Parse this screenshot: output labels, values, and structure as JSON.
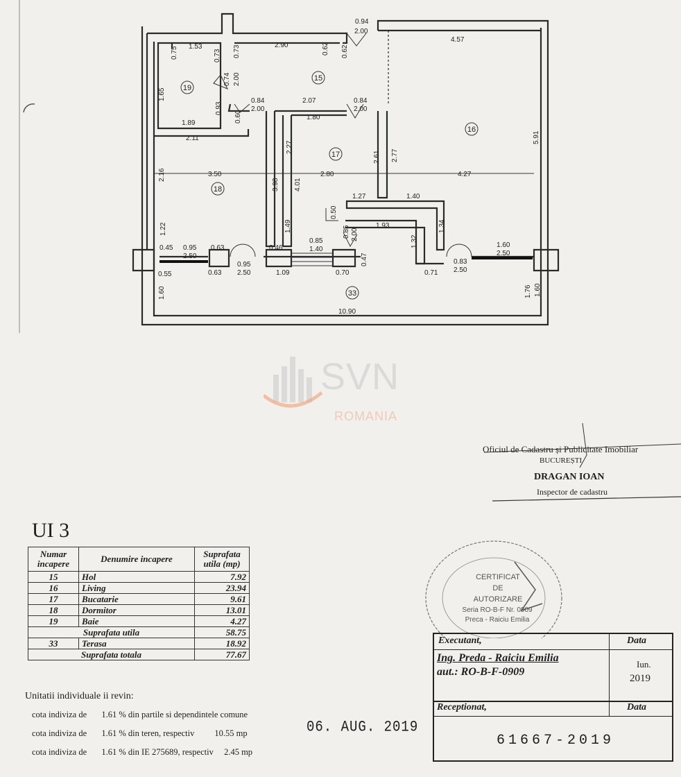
{
  "plan": {
    "dimensions": [
      "0.94",
      "2.00",
      "4.57",
      "1.53",
      "2.90",
      "0.75",
      "0.73",
      "0.73",
      "0.62",
      "0.62",
      "1.65",
      "0.74",
      "2.00",
      "0.93",
      "1.89",
      "0.84",
      "2.00",
      "2.07",
      "0.84",
      "2.00",
      "0.60",
      "1.80",
      "2.11",
      "2.27",
      "2.61",
      "2.77",
      "5.91",
      "2.16",
      "3.50",
      "2.80",
      "4.27",
      "3.98",
      "4.01",
      "1.27",
      "1.40",
      "0.50",
      "1.93",
      "1.34",
      "1.22",
      "1.49",
      "0.85",
      "2.00",
      "0.85",
      "1.40",
      "1.32",
      "1.60",
      "2.50",
      "0.45",
      "0.95",
      "2.50",
      "0.63",
      "0.46",
      "0.83",
      "2.50",
      "0.55",
      "0.63",
      "0.95",
      "2.50",
      "1.09",
      "0.70",
      "0.47",
      "0.71",
      "1.76",
      "1.60",
      "1.60",
      "10.90"
    ],
    "rooms": [
      "15",
      "16",
      "17",
      "18",
      "19",
      "33"
    ]
  },
  "watermark": {
    "brand": "SVN",
    "sub": "ROMANIA"
  },
  "office": {
    "line1": "Oficiul de Cadastru și Publicitate Imobiliar",
    "line2": "BUCUREȘTI",
    "line3": "DRAGAN IOAN",
    "line4": "Inspector de cadastru"
  },
  "ui_title": "UI 3",
  "table": {
    "headers": {
      "num": "Numar incapere",
      "name": "Denumire incapere",
      "area": "Suprafata utila (mp)"
    },
    "rows": [
      {
        "num": "15",
        "name": "Hol",
        "area": "7.92"
      },
      {
        "num": "16",
        "name": "Living",
        "area": "23.94"
      },
      {
        "num": "17",
        "name": "Bucatarie",
        "area": "9.61"
      },
      {
        "num": "18",
        "name": "Dormitor",
        "area": "13.01"
      },
      {
        "num": "19",
        "name": "Baie",
        "area": "4.27"
      }
    ],
    "useful_label": "Suprafata utila",
    "useful_value": "58.75",
    "terrace": {
      "num": "33",
      "name": "Terasa",
      "area": "18.92"
    },
    "total_label": "Suprafata totala",
    "total_value": "77.67"
  },
  "notes": {
    "heading": "Unitatii individuale ii revin:",
    "l1_a": "cota indiviza de",
    "l1_b": "1.61",
    "l1_c": "% din partile si dependintele comune",
    "l2_a": "cota indiviza de",
    "l2_b": "1.61",
    "l2_c": "% din teren, respectiv",
    "l2_d": "10.55",
    "l2_e": "mp",
    "l3_a": "cota indiviza de",
    "l3_b": "1.61",
    "l3_c": "% din IE 275689, respectiv",
    "l3_d": "2.45",
    "l3_e": "mp"
  },
  "date_stamp": "06. AUG. 2019",
  "seal": {
    "l1": "CERTIFICAT",
    "l2": "DE",
    "l3": "AUTORIZARE",
    "l4": "Seria RO-B-F Nr. 0909",
    "l5": "Preca - Raiciu Emilia"
  },
  "box": {
    "executant_label": "Executant,",
    "data_label": "Data",
    "name": "Ing. Preda - Raiciu Emilia",
    "auth": "aut.: RO-B-F-0909",
    "month": "Iun.",
    "year": "2019",
    "receptionat_label": "Receptionat,",
    "data_label2": "Data",
    "reg_number": "61667-2019"
  }
}
